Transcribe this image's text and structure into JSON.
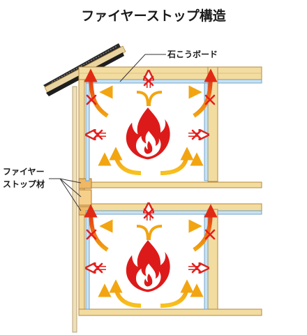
{
  "title": "ファイヤーストップ構造",
  "labels": {
    "gypsum_board": "石こうボード",
    "fire_stop_line1": "ファイヤー",
    "fire_stop_line2": "ストップ材"
  },
  "colors": {
    "wood": "#f3dca0",
    "wood_edge": "#b48a3c",
    "fire_stop": "#f0b864",
    "board": "#c9e2f2",
    "board_edge": "#6a9ec2",
    "roof": "#222222",
    "flame": "#dd1a1a",
    "arrow_warm": "#f6b01a",
    "arrow_hot": "#e02a14",
    "blocked_x": "#e61e1e"
  },
  "icons": [
    "flame-icon",
    "blocked-x-icon",
    "arrow-icon"
  ]
}
